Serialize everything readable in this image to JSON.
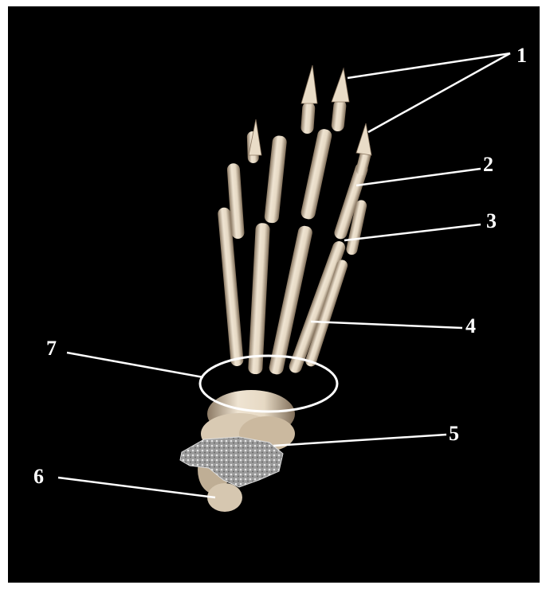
{
  "figure": {
    "background_color": "#000000",
    "bone_color": "#e8dccb",
    "highlight_color": "#ffffff",
    "stippled_bone_color": "#b9b9b9"
  },
  "labels": [
    "1",
    "2",
    "3",
    "4",
    "5",
    "6",
    "7"
  ]
}
